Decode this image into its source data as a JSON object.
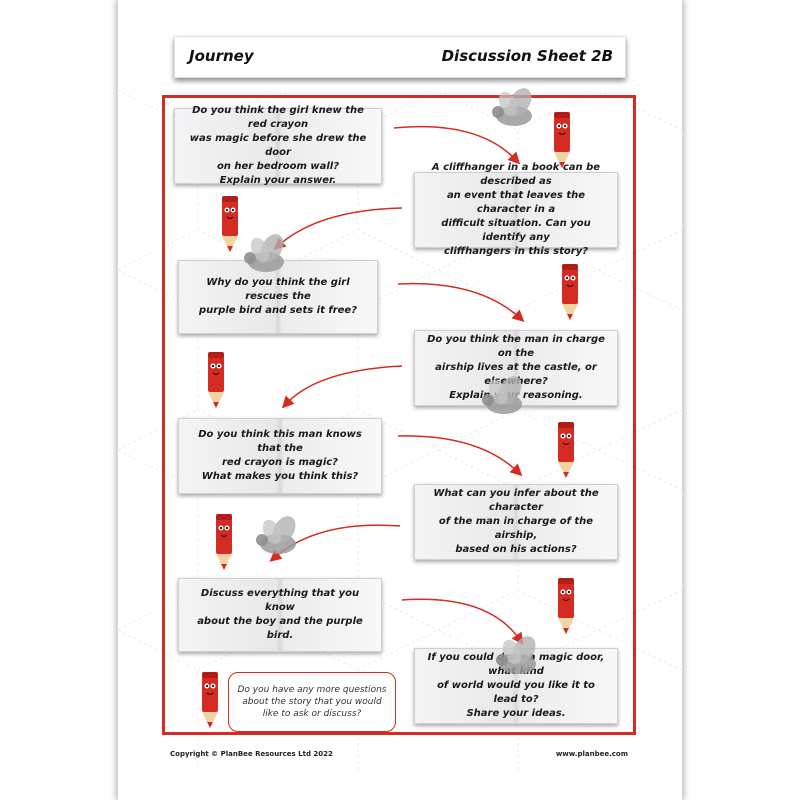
{
  "header": {
    "title": "Journey",
    "sheet_label": "Discussion Sheet 2B"
  },
  "questions": [
    "Do you think the girl knew the red crayon\nwas magic before she drew the door\non her bedroom wall?\nExplain your answer.",
    "A cliffhanger in a book can be described as\nan event that leaves the character in a\ndifficult situation. Can you identify any\ncliffhangers in this story?",
    "Why do you think the girl rescues the\npurple bird and sets it free?",
    "Do you think the man in charge on the\nairship lives at the castle, or elsewhere?\nExplain your reasoning.",
    "Do you think this man knows that the\nred crayon is magic?\nWhat makes you think this?",
    "What can you infer about the character\nof the man in charge of the airship,\nbased on his actions?",
    "Discuss everything that you know\nabout the boy and the purple bird.",
    "If you could draw a magic door, what kind\nof world would you like it to lead to?\nShare your ideas."
  ],
  "bubble": {
    "text": "Do you have any more questions\nabout the story that you would\nlike to ask or discuss?"
  },
  "footer": {
    "copyright": "Copyright © PlanBee Resources Ltd 2022",
    "website": "www.planbee.com"
  },
  "colors": {
    "accent_red": "#d42b22",
    "bird_grey": "#9a9a9a"
  },
  "icons": [
    "crayon-icon",
    "bird-icon",
    "curved-arrow-icon"
  ]
}
